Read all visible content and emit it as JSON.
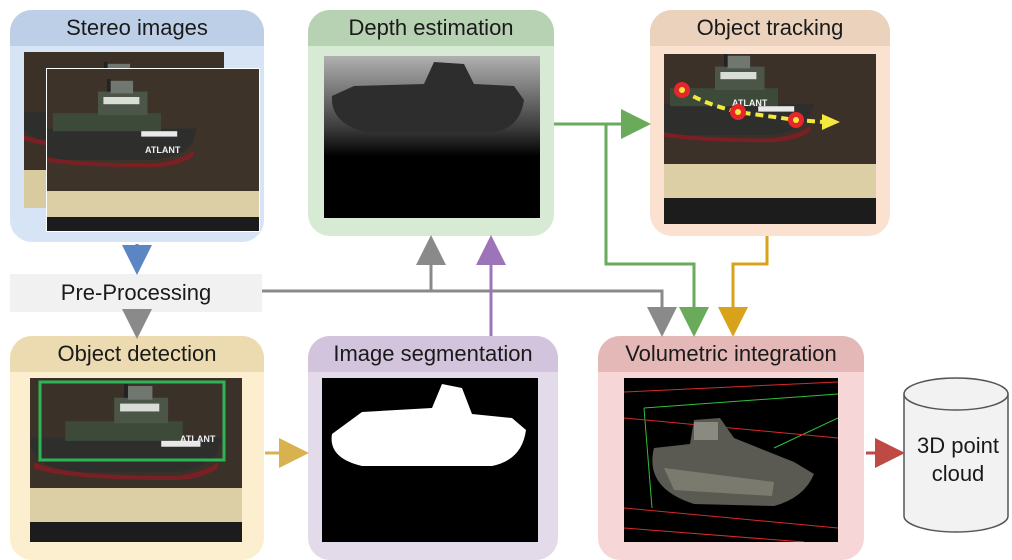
{
  "stages": {
    "stereo": {
      "title": "Stereo images",
      "color": "#d6e4f5",
      "header_color": "#bccfe6"
    },
    "depth": {
      "title": "Depth estimation",
      "color": "#d6ead4",
      "header_color": "#b7d2b2"
    },
    "tracking": {
      "title": "Object tracking",
      "color": "#fbe1cf",
      "header_color": "#ead2bd"
    },
    "detection": {
      "title": "Object detection",
      "color": "#fbefcf",
      "header_color": "#ecdbb0"
    },
    "segmentation": {
      "title": "Image segmentation",
      "color": "#e4dbea",
      "header_color": "#d3c4dd"
    },
    "volumetric": {
      "title": "Volumetric integration",
      "color": "#f6d6d6",
      "header_color": "#e4b8b6"
    }
  },
  "preprocessing": {
    "label": "Pre-Processing",
    "color": "#f1f1f1"
  },
  "output": {
    "label_line1": "3D point",
    "label_line2": "cloud"
  },
  "boat_name": "ATLANT",
  "arrow_colors": {
    "blue": "#5b85c3",
    "gray": "#8a8a8a",
    "green": "#6aaa5b",
    "orange": "#d9a21b",
    "purple": "#9d74b8",
    "yellow": "#d7b24f",
    "red": "#bf4a44"
  }
}
